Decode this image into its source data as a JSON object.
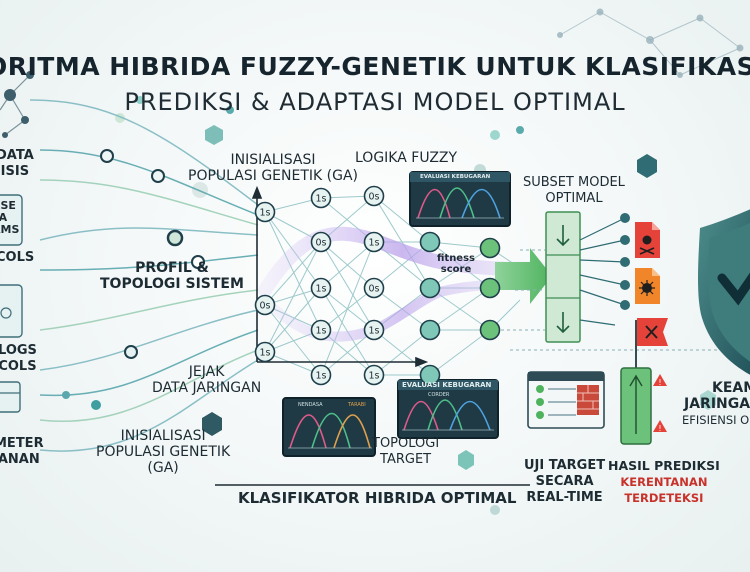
{
  "title": "ORITMA HIBRIDA FUZZY-GENETIK UNTUK KLASIFIKASI ANCAMAN",
  "subtitle": "PREDIKSI & ADAPTASI MODEL OPTIMAL",
  "left_inputs": [
    {
      "line1": "DATA",
      "line2": "ISIS"
    },
    {
      "line1": "RSE",
      "line2": "TA",
      "line3": "AMS",
      "line4": "COLS"
    },
    {
      "line1": "LOGS",
      "line2": "COLS"
    },
    {
      "line1": "METER",
      "line2": "ANAN"
    }
  ],
  "stages": {
    "profil": {
      "line1": "PROFIL &",
      "line2": "TOPOLOGI SISTEM"
    },
    "jejak": {
      "line1": "JEJAK",
      "line2": "DATA JARINGAN"
    },
    "init_top": {
      "line1": "INISIALISASI",
      "line2": "POPULASI GENETIK (GA)"
    },
    "init_bottom": {
      "line1": "INISIALISASI",
      "line2": "POPULASI GENETIK",
      "line3": "(GA)"
    },
    "fuzzy": "LOGIKA FUZZY",
    "fitness": {
      "line1": "fitness",
      "line2": "score"
    },
    "topologi": {
      "line1": "TOPOLOGI",
      "line2": "TARGET"
    },
    "subset": {
      "line1": "SUBSET MODEL",
      "line2": "OPTIMAL"
    },
    "uji": {
      "line1": "UJI TARGET",
      "line2": "SECARA",
      "line3": "REAL-TIME"
    },
    "hasil": {
      "line1": "HASIL PREDIKSI",
      "line2": "KERENTANAN",
      "line3": "TERDETEKSI"
    },
    "keam": {
      "line1": "KEAM",
      "line2": "JARINGA",
      "line3": "EFISIENSI O"
    },
    "klasifikator": "KLASIFIKATOR HIBRIDA OPTIMAL"
  },
  "panels": {
    "top": "EVALUASI KEBUGARAN",
    "bottom": "EVALUASI KEBUGARAN",
    "legend_left": "NENDASA",
    "legend_mid": "CORDER",
    "legend_right": "TARABI"
  },
  "nodes": {
    "one": "1s",
    "zero": "0s"
  },
  "colors": {
    "teal": "#3f8f8c",
    "dark_teal": "#1f5e63",
    "green": "#5dbb63",
    "purple": "#b89ee8",
    "red": "#d8392f",
    "orange": "#f08a2a"
  }
}
